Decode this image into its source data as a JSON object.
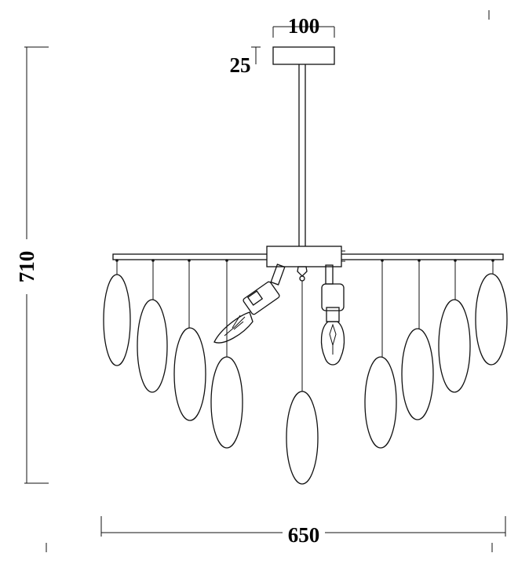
{
  "drawing": {
    "dimensions": {
      "height": "710",
      "width": "650",
      "canopy_width": "100",
      "canopy_height": "25"
    }
  }
}
